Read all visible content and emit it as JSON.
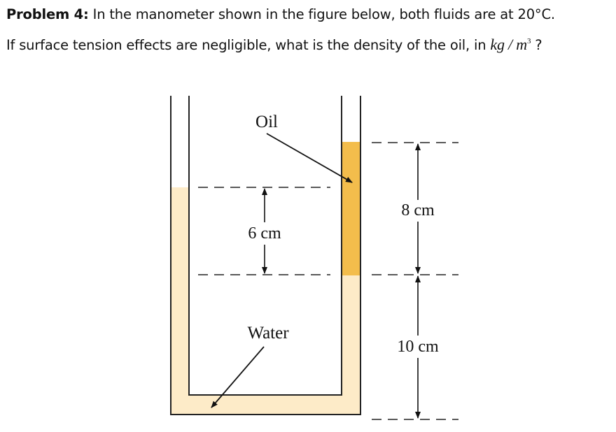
{
  "problem": {
    "label": "Problem 4:",
    "line1": " In the manometer shown in the figure below, both fluids are at 20°C.",
    "line2": "If surface tension effects are negligible, what is the density of the oil, in ",
    "unit_base": "kg / m",
    "unit_exp": "3",
    "unit_tail": " ?"
  },
  "figure": {
    "labels": {
      "oil": "Oil",
      "water": "Water",
      "dim_left": "6 cm",
      "dim_right_top": "8 cm",
      "dim_right_bottom": "10 cm"
    },
    "colors": {
      "water": "#fdebc8",
      "oil": "#f3bd4c",
      "stroke": "#222222"
    }
  }
}
